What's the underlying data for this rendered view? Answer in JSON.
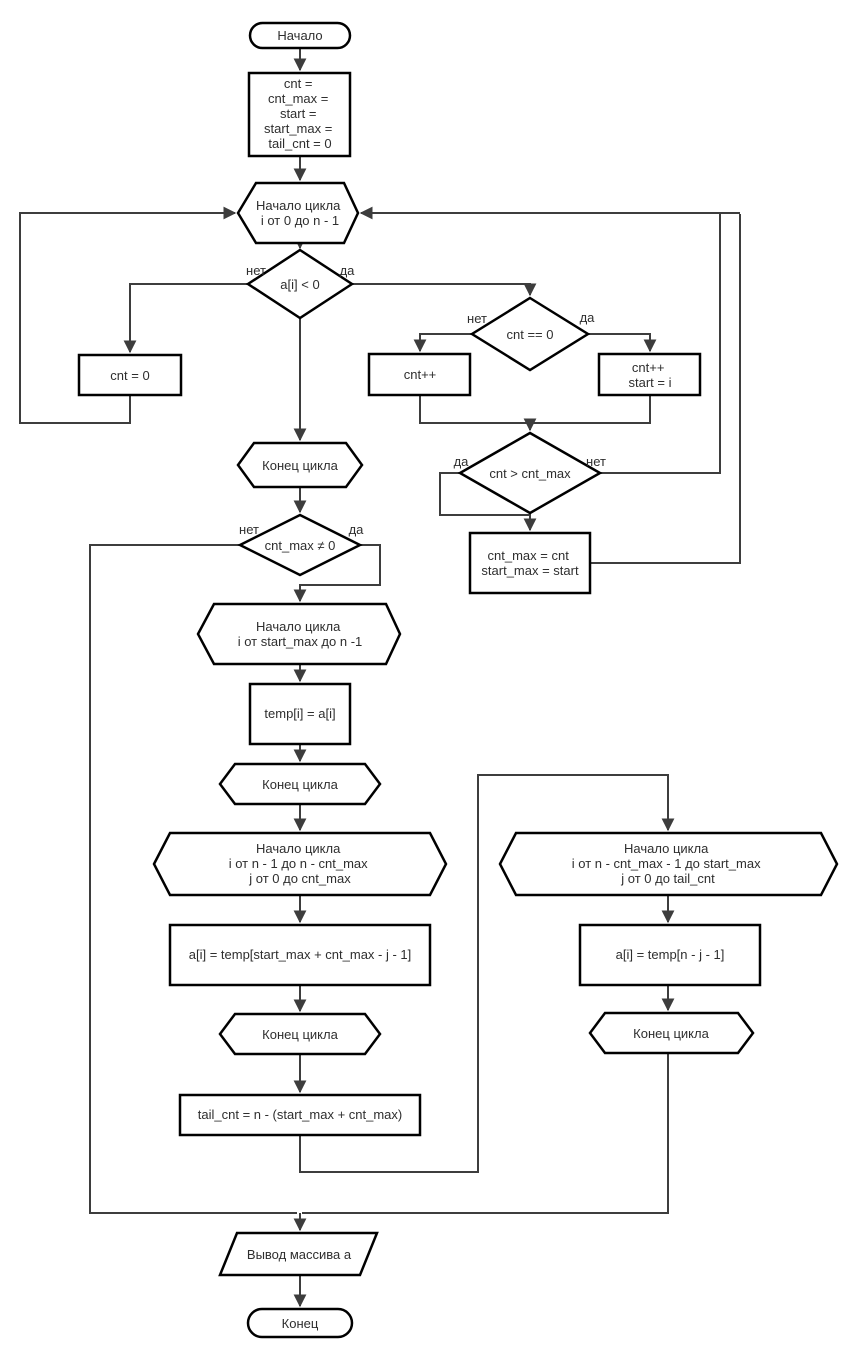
{
  "labels": {
    "yes": "да",
    "no": "нет"
  },
  "colors": {
    "background": "#ffffff",
    "shape_stroke": "#000000",
    "connector": "#3d3d3d",
    "text": "#2e2e2e"
  },
  "nodes": {
    "start": {
      "label": "Начало"
    },
    "init": {
      "lines": [
        "cnt =",
        "cnt_max =",
        "start =",
        "start_max =",
        "tail_cnt = 0"
      ]
    },
    "loop1_begin": {
      "lines": [
        "Начало цикла",
        "i от 0 до n - 1"
      ]
    },
    "cond_neg": {
      "label": "a[i] < 0"
    },
    "cnt_reset": {
      "label": "cnt = 0"
    },
    "cond_cnt_eq0": {
      "label": "cnt == 0"
    },
    "cnt_inc": {
      "label": "cnt++"
    },
    "cnt_inc_start": {
      "lines": [
        "cnt++",
        "start = i"
      ]
    },
    "cond_cnt_gt_max": {
      "label": "cnt > cnt_max"
    },
    "update_max": {
      "lines": [
        "cnt_max = cnt",
        "start_max = start"
      ]
    },
    "loop1_end": {
      "label": "Конец цикла"
    },
    "cond_cntmax_ne0": {
      "label": "cnt_max ≠ 0"
    },
    "loop2_begin": {
      "lines": [
        "Начало цикла",
        "i от start_max до n -1"
      ]
    },
    "copy_temp": {
      "label": "temp[i] = a[i]"
    },
    "loop2_end": {
      "label": "Конец цикла"
    },
    "loop3_begin": {
      "lines": [
        "Начало цикла",
        "i от n - 1 до n - cnt_max",
        "j от 0 до cnt_max"
      ]
    },
    "assign_rev": {
      "label": "a[i] = temp[start_max + cnt_max - j - 1]"
    },
    "loop3_end": {
      "label": "Конец цикла"
    },
    "tail_cnt": {
      "label": "tail_cnt = n - (start_max + cnt_max)"
    },
    "loop4_begin": {
      "lines": [
        "Начало цикла",
        "i от n - cnt_max - 1 до start_max",
        "j от 0 до tail_cnt"
      ]
    },
    "assign_tail": {
      "label": "a[i] = temp[n - j - 1]"
    },
    "loop4_end": {
      "label": "Конец цикла"
    },
    "output": {
      "label": "Вывод массива а"
    },
    "end": {
      "label": "Конец"
    }
  }
}
